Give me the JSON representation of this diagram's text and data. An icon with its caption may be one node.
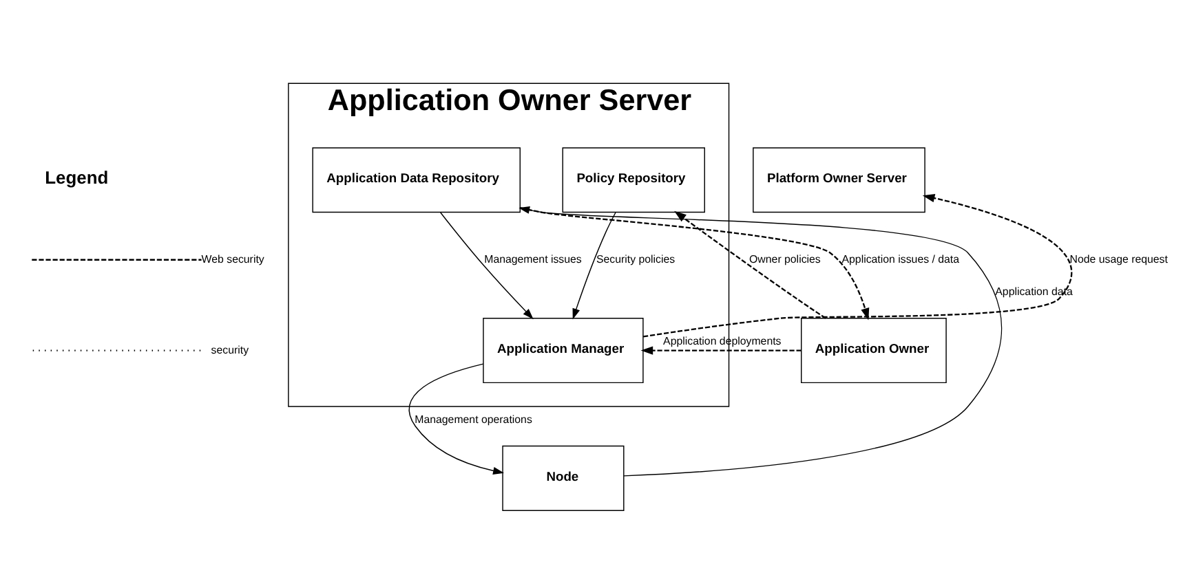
{
  "diagram": {
    "nodes": [
      {
        "text": [
          "Application Owner Server"
        ]
      },
      {
        "text": [
          "Policy Repository"
        ],
        "in": 0
      },
      {
        "text": [
          "Application Manager"
        ],
        "in": 0
      },
      {
        "text": [
          "Application Data Repository"
        ],
        "in": 0
      },
      {
        "text": [
          "Application Owner"
        ]
      },
      {
        "text": [
          "Platform Owner Server"
        ]
      },
      {
        "text": [
          "Node"
        ]
      }
    ],
    "edges": [
      {
        "from": 4,
        "to": 1,
        "arrow": "to",
        "label": "Owner policies",
        "style": "dashed"
      },
      {
        "from": 4,
        "to": 2,
        "arrow": "to",
        "label": "Application deployments",
        "style": "dashed"
      },
      {
        "from": 3,
        "to": 4,
        "arrow": "to",
        "label": "Application issues / data",
        "style": "dashed"
      },
      {
        "from": 1,
        "to": 2,
        "arrow": "to",
        "label": "Security policies"
      },
      {
        "from": 3,
        "to": 2,
        "arrow": "to",
        "label": "Management issues"
      },
      {
        "from": 2,
        "to": 5,
        "arrow": "to",
        "label": "Node usage request",
        "style": "dashed"
      },
      {
        "from": 2,
        "to": 6,
        "arrow": "to",
        "label": "Management operations"
      },
      {
        "from": 6,
        "to": 3,
        "arrow": "to",
        "label": "Application data"
      }
    ],
    "labels": [
      "Legend"
    ],
    "legend": [
      {
        "text": "Web security"
      },
      {
        "text": "security"
      }
    ]
  }
}
